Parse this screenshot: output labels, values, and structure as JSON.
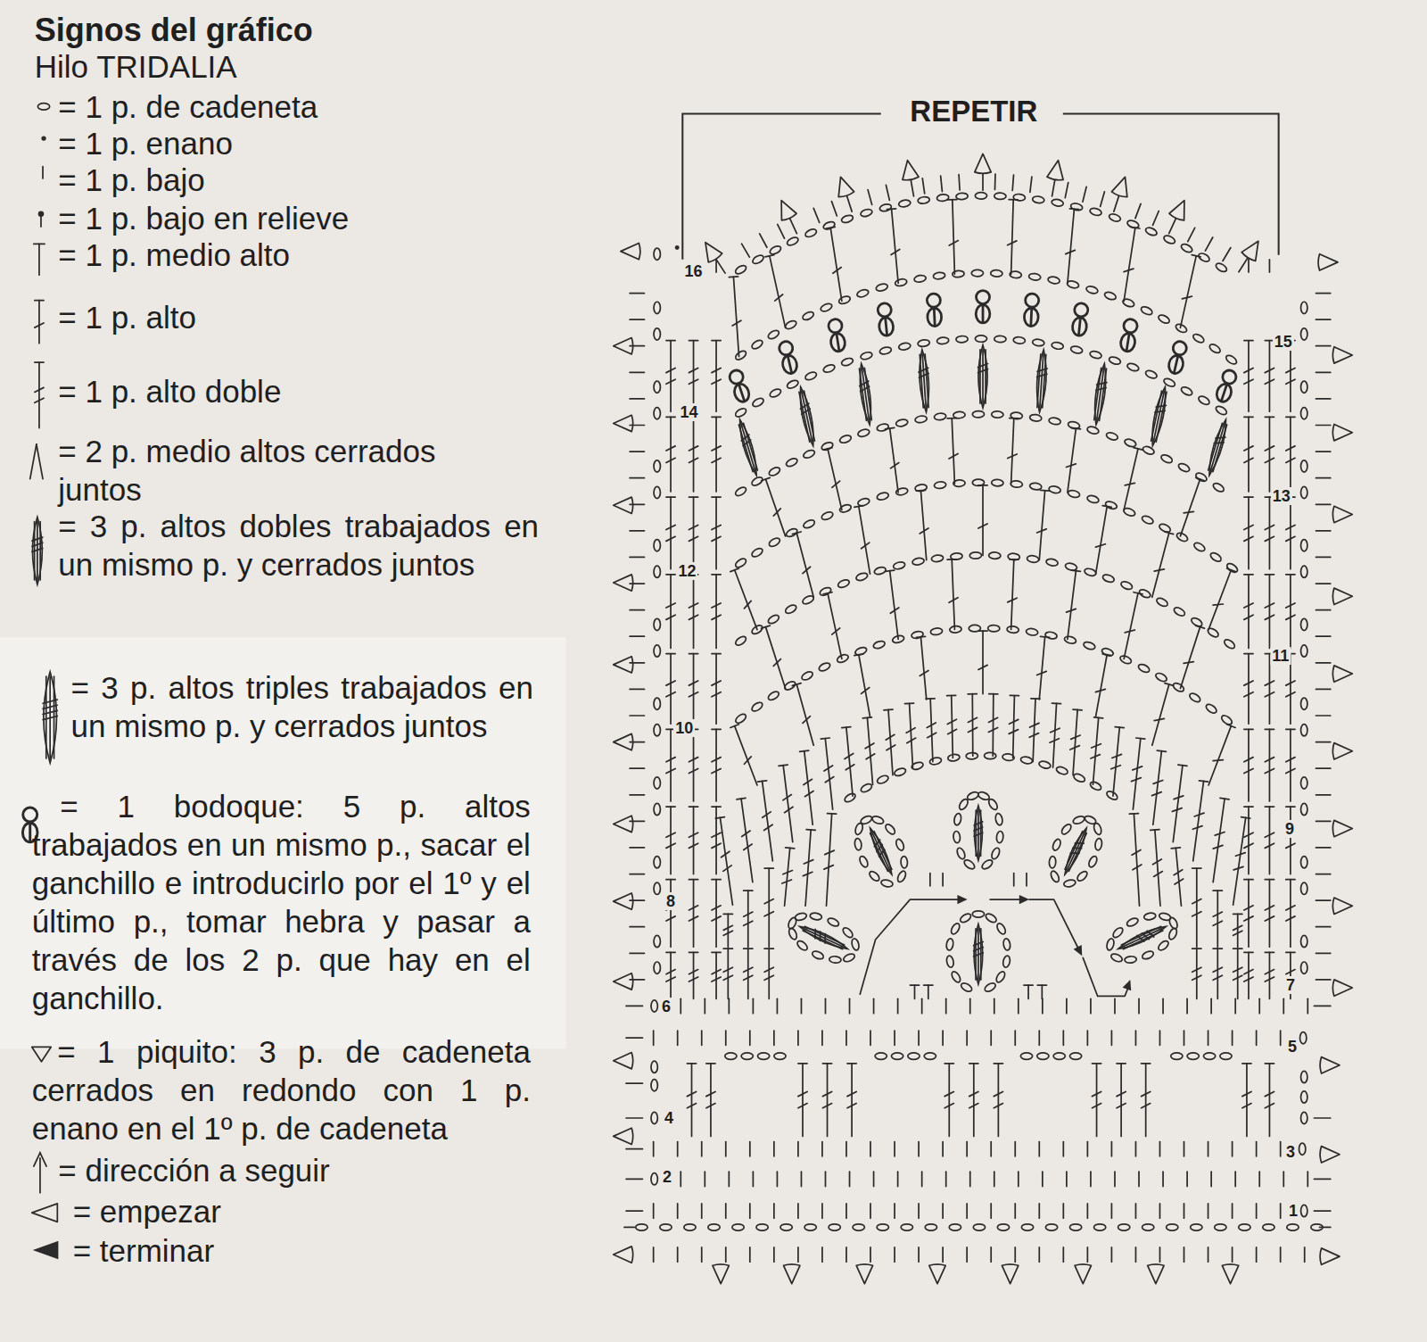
{
  "diagram": {
    "title": "Signos del gráfico",
    "labels": [
      "Hilo TRIDALIA",
      "REPETIR",
      "16",
      "15",
      "14",
      "13",
      "12",
      "11",
      "10",
      "9",
      "8",
      "7",
      "6",
      "5",
      "4",
      "3",
      "2",
      "1"
    ],
    "legend": [
      {
        "text": "= 1 p. de cadeneta"
      },
      {
        "text": "= 1 p. enano"
      },
      {
        "text": "= 1 p. bajo"
      },
      {
        "text": "= 1 p. bajo en relieve"
      },
      {
        "text": "= 1 p. medio alto"
      },
      {
        "text": "= 1 p. alto"
      },
      {
        "text": "= 1 p. alto doble"
      },
      {
        "text": "= 2 p. medio altos cerrados juntos"
      },
      {
        "text": "= 3 p. altos dobles trabajados en un mismo p. y cerrados juntos"
      },
      {
        "text": "= 3 p. altos triples trabajados en un mismo p. y cerrados juntos"
      },
      {
        "text": "= 1 bodoque: 5 p. altos trabajados en un mismo p., sacar el ganchillo e introducirlo por el 1º y el último p., tomar hebra y pasar a través de los 2 p. que hay en el ganchillo."
      },
      {
        "text": "= 1 piquito: 3 p. de cadeneta cerrados en redondo con 1 p. enano en el 1º p. de cadeneta"
      },
      {
        "text": "= dirección a seguir"
      },
      {
        "text": "= empezar"
      },
      {
        "text": "= terminar"
      }
    ]
  }
}
